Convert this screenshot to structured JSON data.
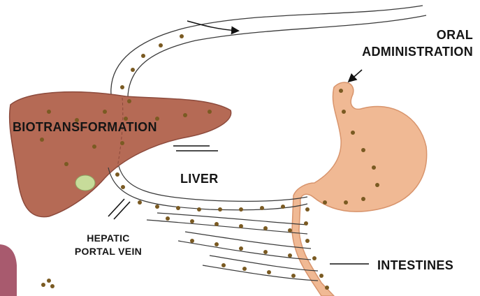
{
  "labels": {
    "oral_administration": [
      "ORAL",
      "ADMINISTRATION"
    ],
    "biotransformation": "BIOTRANSFORMATION",
    "liver": "LIVER",
    "hepatic_portal_vein": [
      "HEPATIC",
      "PORTAL VEIN"
    ],
    "intestines": "INTESTINES"
  },
  "colors": {
    "liver": "#b56a55",
    "liver_shadow": "#8c4a3c",
    "gallbladder": "#c7dc9a",
    "stomach": "#f0b994",
    "stomach_shadow": "#d8946c",
    "drug_dot": "#7a5a22",
    "vessel_stroke": "#3a3a3a",
    "corner_tab": "#a85a6e"
  },
  "icons": [
    "arrow-icon",
    "drug-particle-icon"
  ]
}
